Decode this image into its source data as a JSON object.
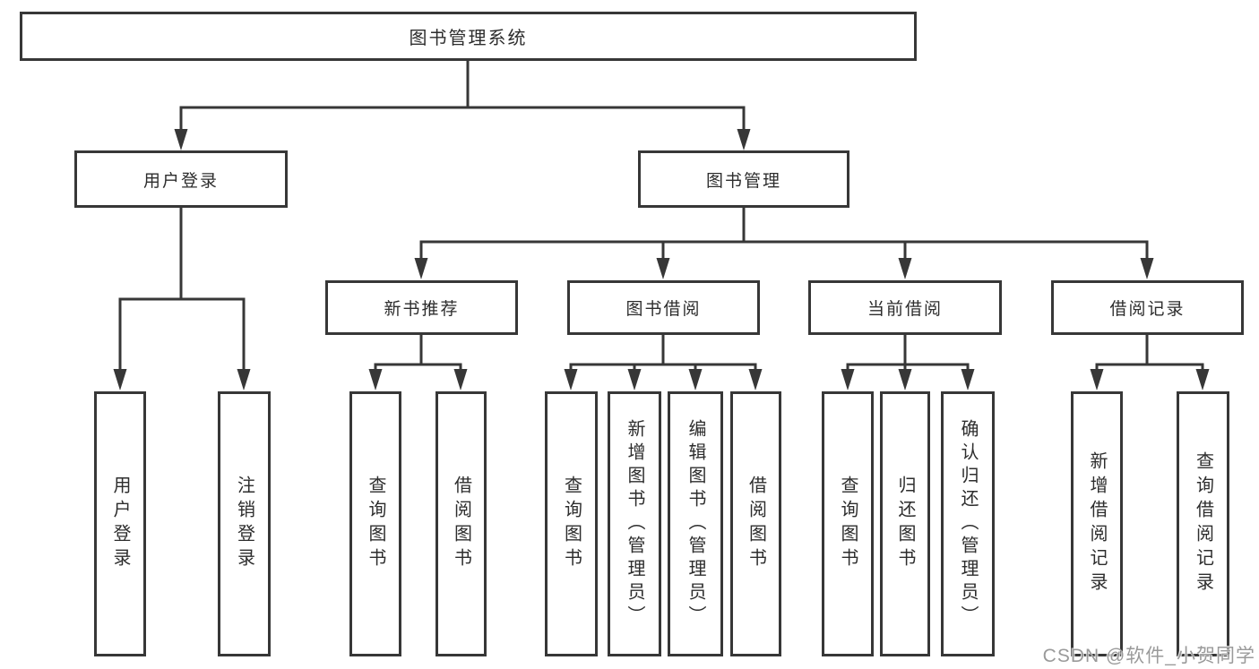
{
  "colors": {
    "line": "#373737",
    "box_border": "#373737",
    "text": "#2d2d2d",
    "background": "#ffffff",
    "watermark": "#9a9a9a"
  },
  "watermark": {
    "text": "CSDN @软件_小贺同学"
  },
  "nodes": {
    "root": "图书管理系统",
    "user_login": "用户登录",
    "book_mgmt": "图书管理",
    "new_books": "新书推荐",
    "book_borrow": "图书借阅",
    "current_borrow": "当前借阅",
    "borrow_records": "借阅记录",
    "leaves": {
      "login": "用户登录",
      "logout": "注销登录",
      "nb_query": "查询图书",
      "nb_borrow": "借阅图书",
      "bb_query": "查询图书",
      "bb_add": "新增图书（管理员）",
      "bb_edit": "编辑图书（管理员）",
      "bb_borrow": "借阅图书",
      "cb_query": "查询图书",
      "cb_return": "归还图书",
      "cb_confirm": "确认归还（管理员）",
      "br_add": "新增借阅记录",
      "br_query": "查询借阅记录"
    }
  },
  "structure": {
    "图书管理系统": [
      "用户登录",
      "图书管理"
    ],
    "用户登录": [
      "用户登录",
      "注销登录"
    ],
    "图书管理": [
      "新书推荐",
      "图书借阅",
      "当前借阅",
      "借阅记录"
    ],
    "新书推荐": [
      "查询图书",
      "借阅图书"
    ],
    "图书借阅": [
      "查询图书",
      "新增图书（管理员）",
      "编辑图书（管理员）",
      "借阅图书"
    ],
    "当前借阅": [
      "查询图书",
      "归还图书",
      "确认归还（管理员）"
    ],
    "借阅记录": [
      "新增借阅记录",
      "查询借阅记录"
    ]
  }
}
